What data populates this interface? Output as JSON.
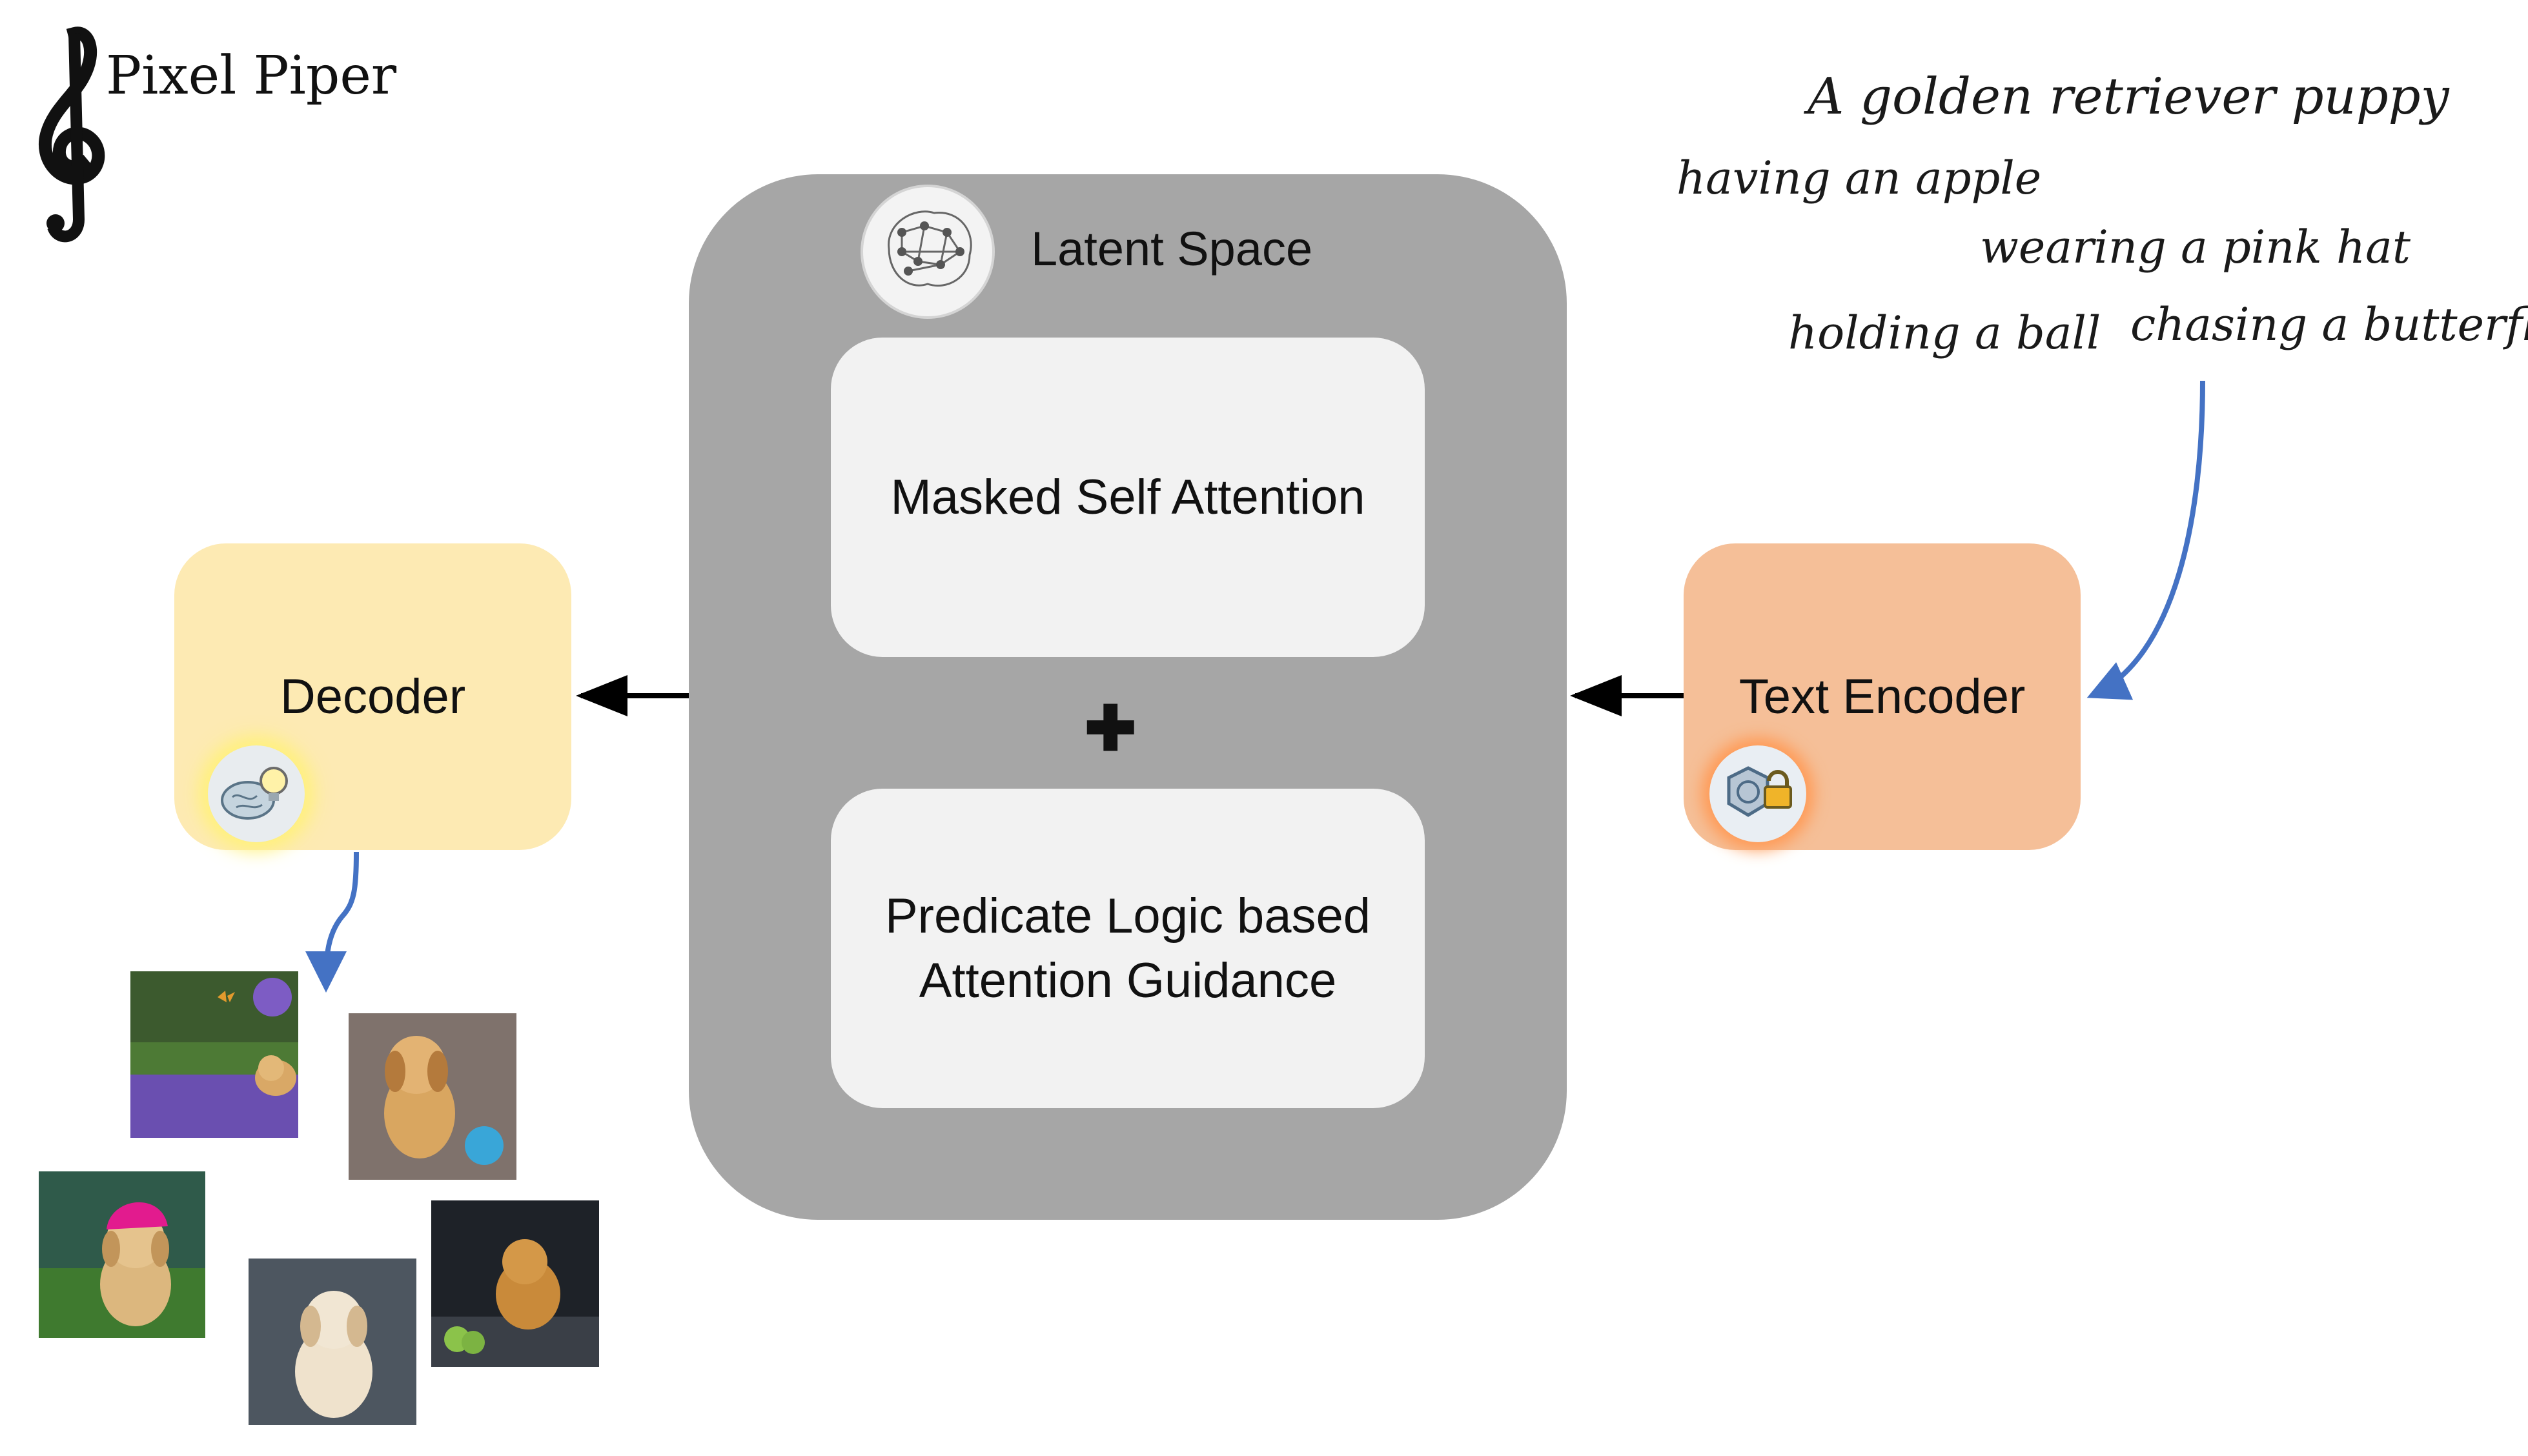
{
  "logo": {
    "title": "Pixel Piper"
  },
  "diagram": {
    "latent_space_label": "Latent Space",
    "masked_attention_label": "Masked Self Attention",
    "predicate_guidance_label": "Predicate Logic based\nAttention Guidance",
    "plus_symbol": "✚",
    "decoder_label": "Decoder",
    "text_encoder_label": "Text Encoder"
  },
  "prompt": {
    "subject": "A golden retriever puppy",
    "phrases": [
      "having an apple",
      "wearing a pink hat",
      "holding a ball",
      "chasing a butterfly"
    ]
  },
  "colors": {
    "latent_space": "#a6a6a6",
    "inner_box": "#f2f2f2",
    "decoder": "#fdeab3",
    "text_encoder": "#f5bf98",
    "arrow_blue": "#4472c4",
    "arrow_black": "#000000"
  },
  "icons": [
    "treble-clef-icon",
    "neural-network-icon",
    "brain-lightbulb-icon",
    "lock-hexagon-icon",
    "arrow-icon"
  ]
}
